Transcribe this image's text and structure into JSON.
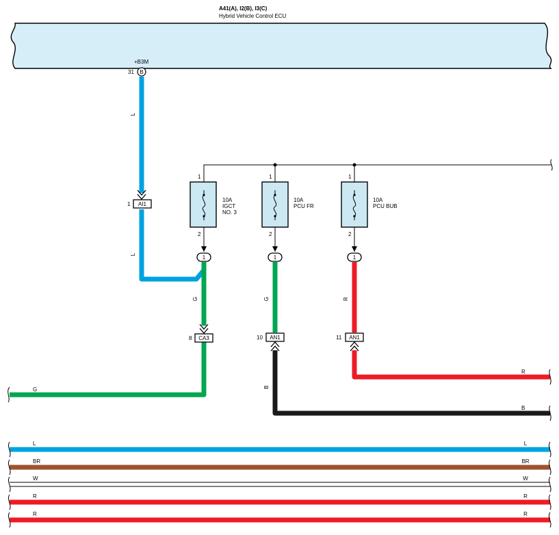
{
  "ecu": {
    "connectors": "A41(A), I2(B), I3(C)",
    "name": "Hybrid Vehicle Control ECU",
    "terminal_num": "31",
    "terminal_letter": "B",
    "terminal_name": "+B3M"
  },
  "wire_colors": {
    "L": "#00a3e0",
    "G": "#00a651",
    "R": "#ed1c24",
    "B": "#1a1a1a",
    "BR": "#a0522d",
    "W": "#ffffff",
    "fuse_fill": "#cbe8f3",
    "ecu_fill": "#d6eef8"
  },
  "wire_labels": {
    "l_upper": "L",
    "l_lower": "L",
    "g_igct": "G",
    "g_pcufr": "G",
    "r_pcubub": "R",
    "g_left": "G",
    "b_vertical": "B",
    "r_right": "R",
    "b_right": "B"
  },
  "connector_ai1": {
    "pin": "1",
    "name": "AI1"
  },
  "connector_ca3": {
    "pin": "8",
    "name": "CA3"
  },
  "connector_an1_10": {
    "pin": "10",
    "name": "AN1"
  },
  "connector_an1_11": {
    "pin": "11",
    "name": "AN1"
  },
  "fuses": [
    {
      "amp": "10A",
      "name_line1": "IGCT",
      "name_line2": "NO. 3",
      "pin_top": "1",
      "pin_bottom": "2",
      "junction": "1"
    },
    {
      "amp": "10A",
      "name_line1": "PCU FR",
      "name_line2": "",
      "pin_top": "1",
      "pin_bottom": "2",
      "junction": "1"
    },
    {
      "amp": "10A",
      "name_line1": "PCU BUB",
      "name_line2": "",
      "pin_top": "1",
      "pin_bottom": "2",
      "junction": "1"
    }
  ],
  "bottom_wires": [
    {
      "left": "L",
      "right": "L",
      "color": "L"
    },
    {
      "left": "BR",
      "right": "BR",
      "color": "BR"
    },
    {
      "left": "W",
      "right": "W",
      "color": "W"
    },
    {
      "left": "R",
      "right": "R",
      "color": "R"
    },
    {
      "left": "R",
      "right": "R",
      "color": "R"
    }
  ]
}
